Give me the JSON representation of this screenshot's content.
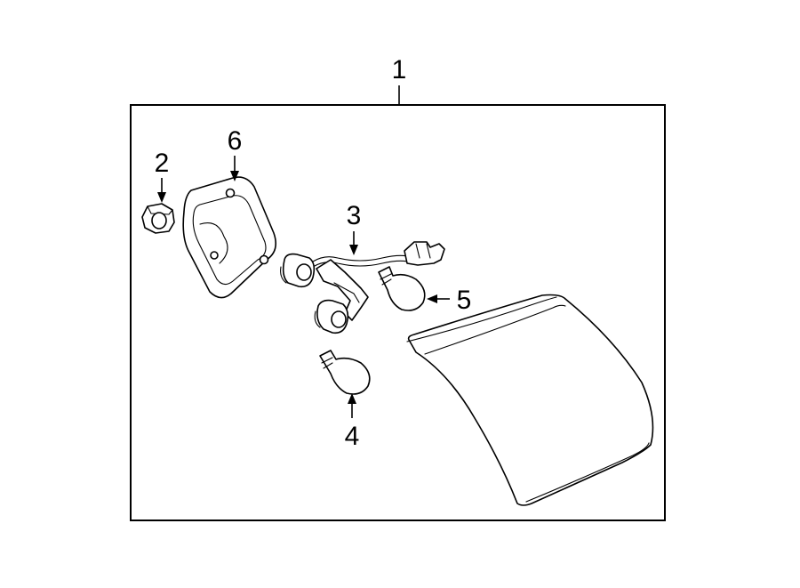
{
  "callouts": {
    "p1": "1",
    "p2": "2",
    "p3": "3",
    "p4": "4",
    "p5": "5",
    "p6": "6"
  },
  "colors": {
    "line": "#000000",
    "background": "#ffffff"
  }
}
